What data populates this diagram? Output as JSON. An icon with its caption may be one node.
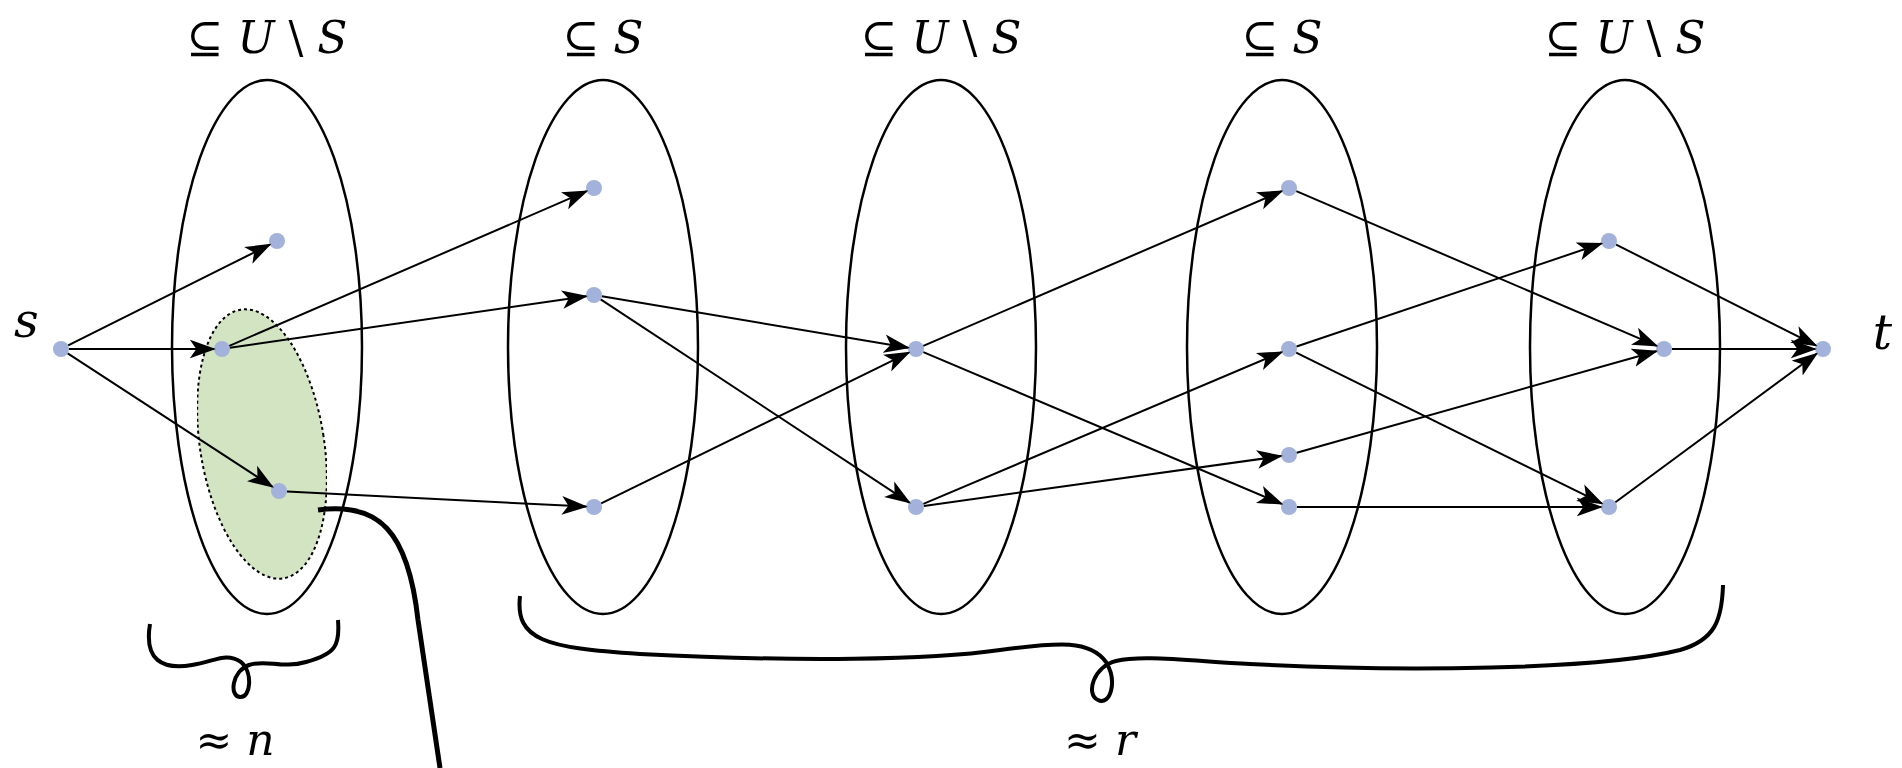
{
  "diagram": {
    "nodes": [
      {
        "text": [
          "s"
        ]
      },
      {
        "text": [
          "⊆ *U* \\ *S*"
        ]
      },
      {
        "text": [],
        "shape": "circle",
        "in": 1
      },
      {
        "text": [],
        "shape": "ellipse",
        "in": 1
      },
      {
        "text": [],
        "shape": "circle",
        "in": 3
      },
      {
        "text": [],
        "shape": "circle",
        "in": 3
      },
      {
        "text": [
          "⊆ *S*"
        ]
      },
      {
        "text": [],
        "shape": "circle",
        "in": 6
      },
      {
        "text": [],
        "shape": "circle",
        "in": 6
      },
      {
        "text": [],
        "shape": "circle",
        "in": 6
      },
      {
        "text": [
          "⊆ *U* \\ *S*"
        ]
      },
      {
        "text": [],
        "shape": "circle",
        "in": 10
      },
      {
        "text": [],
        "shape": "circle",
        "in": 10
      },
      {
        "text": [
          "⊆ *S*"
        ]
      },
      {
        "text": [],
        "shape": "circle",
        "in": 13
      },
      {
        "text": [],
        "shape": "circle",
        "in": 13
      },
      {
        "text": [],
        "shape": "circle",
        "in": 13
      },
      {
        "text": [],
        "shape": "circle",
        "in": 13
      },
      {
        "text": [
          "⊆ *U* \\ *S*"
        ]
      },
      {
        "text": [],
        "shape": "circle",
        "in": 18
      },
      {
        "text": [],
        "shape": "circle",
        "in": 18
      },
      {
        "text": [],
        "shape": "circle",
        "in": 18
      },
      {
        "text": [
          "t"
        ]
      }
    ],
    "edges": [
      {
        "from": 0,
        "to": 2,
        "arrow": "to"
      },
      {
        "from": 0,
        "to": 4,
        "arrow": "to"
      },
      {
        "from": 0,
        "to": 5,
        "arrow": "to"
      },
      {
        "from": 4,
        "to": 7,
        "arrow": "to"
      },
      {
        "from": 4,
        "to": 8,
        "arrow": "to"
      },
      {
        "from": 5,
        "to": 9,
        "arrow": "to"
      },
      {
        "from": 8,
        "to": 11,
        "arrow": "to"
      },
      {
        "from": 8,
        "to": 12,
        "arrow": "to"
      },
      {
        "from": 9,
        "to": 11,
        "arrow": "to"
      },
      {
        "from": 11,
        "to": 14,
        "arrow": "to"
      },
      {
        "from": 11,
        "to": 17,
        "arrow": "to"
      },
      {
        "from": 12,
        "to": 15,
        "arrow": "to"
      },
      {
        "from": 12,
        "to": 16,
        "arrow": "to"
      },
      {
        "from": 14,
        "to": 20,
        "arrow": "to"
      },
      {
        "from": 15,
        "to": 19,
        "arrow": "to"
      },
      {
        "from": 15,
        "to": 21,
        "arrow": "to"
      },
      {
        "from": 16,
        "to": 20,
        "arrow": "to"
      },
      {
        "from": 17,
        "to": 21,
        "arrow": "to"
      },
      {
        "from": 19,
        "to": 22,
        "arrow": "to"
      },
      {
        "from": 20,
        "to": 22,
        "arrow": "to"
      },
      {
        "from": 21,
        "to": 22,
        "arrow": "to"
      },
      {
        "from": 3,
        "to": null,
        "arrow": "none",
        "style": "thick"
      }
    ],
    "labels": [
      "≈ *n*",
      "≈ *r*"
    ]
  }
}
